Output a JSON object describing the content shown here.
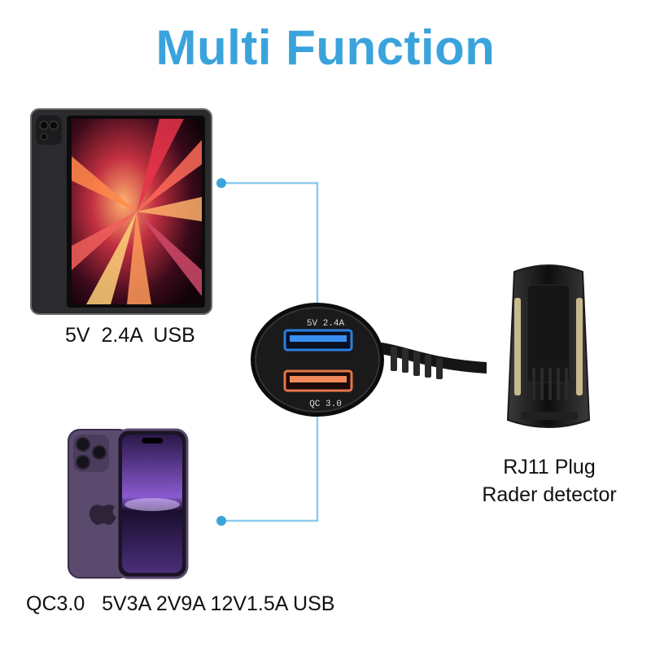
{
  "title": "Multi Function",
  "tablet": {
    "label": "5V  2.4A  USB"
  },
  "phone": {
    "label": "QC3.0   5V3A 2V9A 12V1.5A USB"
  },
  "detector": {
    "plug_label": "RJ11 Plug",
    "device_label": "Rader detector"
  },
  "charger": {
    "port_top_label": "5V 2.4A",
    "port_bottom_label": "QC 3.0"
  },
  "colors": {
    "accent": "#3aa3dc",
    "port_top": "#2a7fe0",
    "port_bottom": "#e8744a"
  }
}
